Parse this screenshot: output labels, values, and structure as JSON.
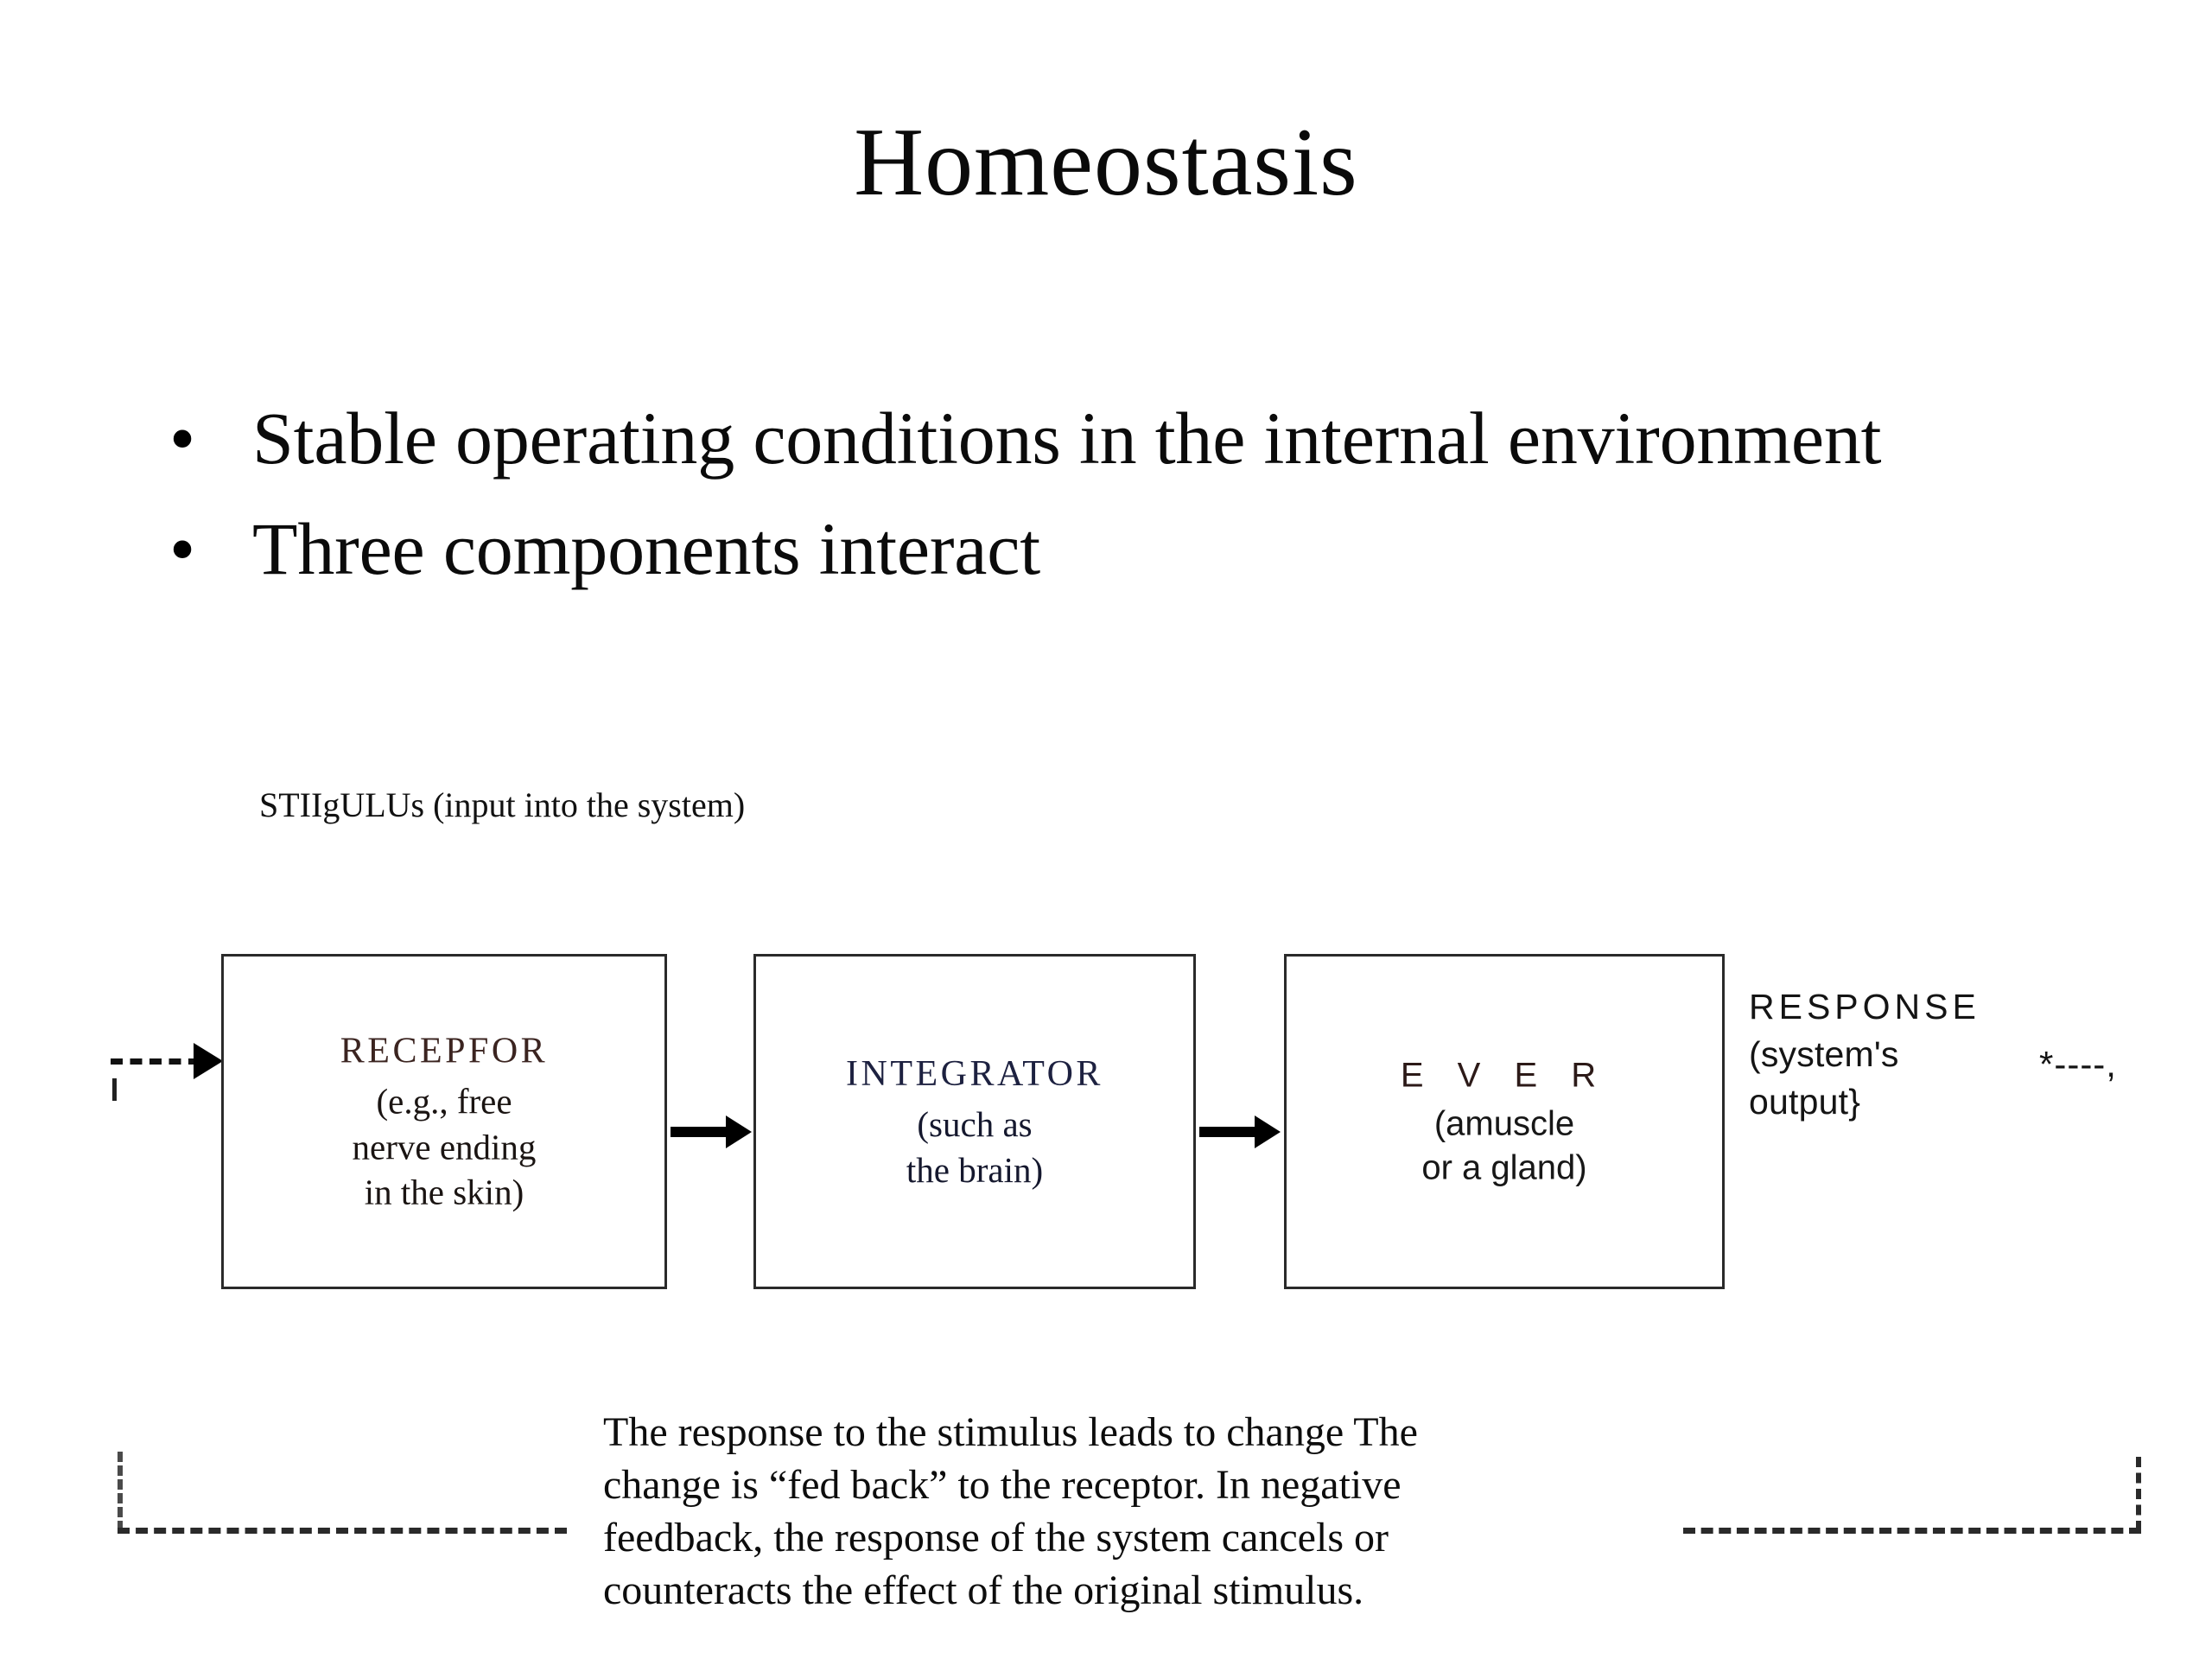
{
  "slide": {
    "title": "Homeostasis",
    "bullets": [
      {
        "marker": "•",
        "text": "Stable operating conditions in the internal environment"
      },
      {
        "marker": "•",
        "text": "Three components interact"
      }
    ],
    "stimulus_caption": "STIIgULUs (input  into the system)"
  },
  "diagram": {
    "boxes": [
      {
        "id": "receptor",
        "heading": "RECEPFOR",
        "sub_lines": [
          "(e.g., free",
          "nerve ending",
          "in the skin)"
        ],
        "heading_color": "#3b2420"
      },
      {
        "id": "integrator",
        "heading": "INTEGRATOR",
        "sub_lines": [
          "(such as",
          "the brain)"
        ],
        "heading_color": "#1d2140"
      },
      {
        "id": "effector",
        "heading": "E V E R",
        "sub_lines": [
          "(amuscle",
          "or a gland)"
        ],
        "heading_color": "#2c1a18"
      }
    ],
    "response": {
      "title": "RESPONSE",
      "sub_lines": [
        "(system's",
        "output}"
      ],
      "artifact": "*----,"
    }
  },
  "feedback": {
    "lines": [
      "The response to the stimulus  leads to change  The",
      "change is “fed  back” to the receptor. In negative",
      "feedback, the response of the system cancels or",
      "counteracts the effect of the original stimulus."
    ]
  },
  "colors": {
    "background": "#ffffff",
    "text": "#0d0d0d",
    "box_border": "#2a2a2a",
    "arrow": "#000000",
    "dashed": "#2a2a2a"
  }
}
